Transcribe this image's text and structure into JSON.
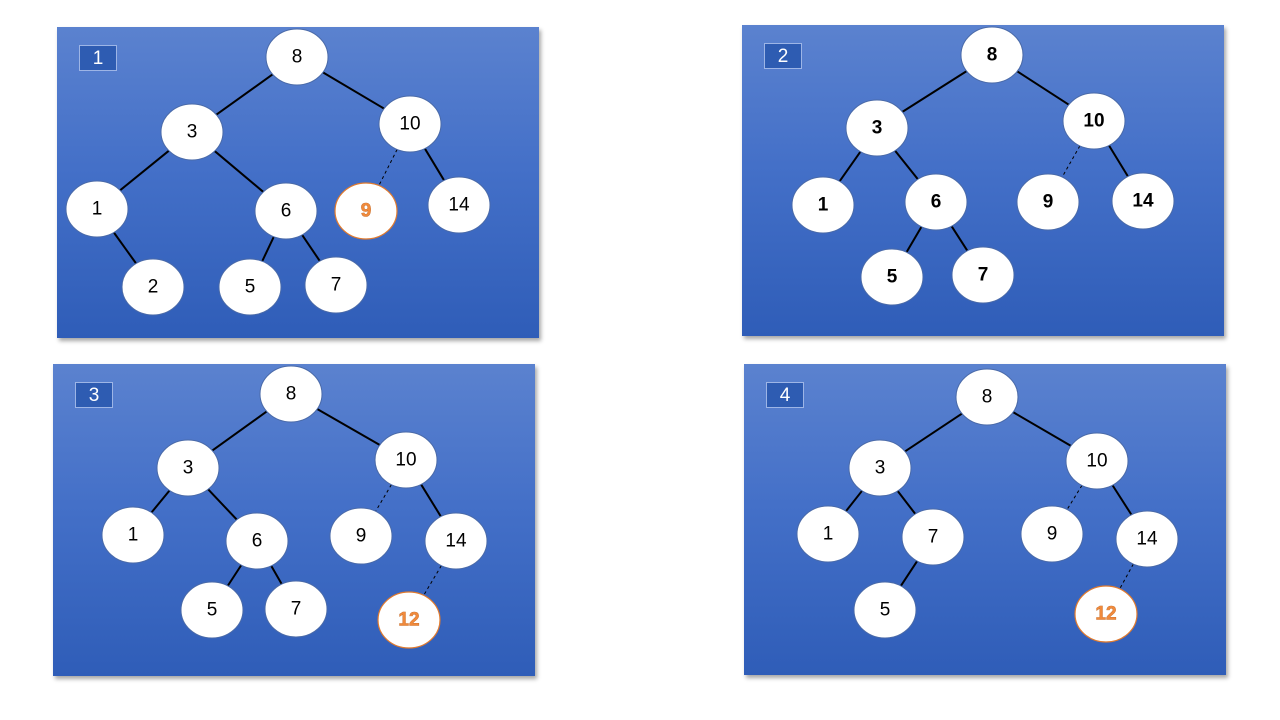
{
  "panels": [
    {
      "label": "1",
      "nodes": [
        {
          "id": "8",
          "text": "8"
        },
        {
          "id": "3",
          "text": "3"
        },
        {
          "id": "10",
          "text": "10"
        },
        {
          "id": "1",
          "text": "1"
        },
        {
          "id": "6",
          "text": "6"
        },
        {
          "id": "9",
          "text": "9",
          "highlight": true
        },
        {
          "id": "14",
          "text": "14"
        },
        {
          "id": "2",
          "text": "2"
        },
        {
          "id": "5",
          "text": "5"
        },
        {
          "id": "7",
          "text": "7"
        }
      ],
      "edges": [
        {
          "from": "8",
          "to": "3"
        },
        {
          "from": "8",
          "to": "10"
        },
        {
          "from": "3",
          "to": "1"
        },
        {
          "from": "3",
          "to": "6"
        },
        {
          "from": "10",
          "to": "9",
          "dashed": true
        },
        {
          "from": "10",
          "to": "14"
        },
        {
          "from": "1",
          "to": "2"
        },
        {
          "from": "6",
          "to": "5"
        },
        {
          "from": "6",
          "to": "7"
        }
      ]
    },
    {
      "label": "2",
      "bold": true,
      "nodes": [
        {
          "id": "8",
          "text": "8"
        },
        {
          "id": "3",
          "text": "3"
        },
        {
          "id": "10",
          "text": "10"
        },
        {
          "id": "1",
          "text": "1"
        },
        {
          "id": "6",
          "text": "6"
        },
        {
          "id": "9",
          "text": "9"
        },
        {
          "id": "14",
          "text": "14"
        },
        {
          "id": "5",
          "text": "5"
        },
        {
          "id": "7",
          "text": "7"
        }
      ],
      "edges": [
        {
          "from": "8",
          "to": "3"
        },
        {
          "from": "8",
          "to": "10"
        },
        {
          "from": "3",
          "to": "1"
        },
        {
          "from": "3",
          "to": "6"
        },
        {
          "from": "10",
          "to": "9",
          "dashed": true
        },
        {
          "from": "10",
          "to": "14"
        },
        {
          "from": "6",
          "to": "5"
        },
        {
          "from": "6",
          "to": "7"
        }
      ]
    },
    {
      "label": "3",
      "nodes": [
        {
          "id": "8",
          "text": "8"
        },
        {
          "id": "3",
          "text": "3"
        },
        {
          "id": "10",
          "text": "10"
        },
        {
          "id": "1",
          "text": "1"
        },
        {
          "id": "6",
          "text": "6"
        },
        {
          "id": "9",
          "text": "9"
        },
        {
          "id": "14",
          "text": "14"
        },
        {
          "id": "5",
          "text": "5"
        },
        {
          "id": "7",
          "text": "7"
        },
        {
          "id": "12",
          "text": "12",
          "highlight": true
        }
      ],
      "edges": [
        {
          "from": "8",
          "to": "3"
        },
        {
          "from": "8",
          "to": "10"
        },
        {
          "from": "3",
          "to": "1"
        },
        {
          "from": "3",
          "to": "6"
        },
        {
          "from": "10",
          "to": "9",
          "dashed": true
        },
        {
          "from": "10",
          "to": "14"
        },
        {
          "from": "6",
          "to": "5"
        },
        {
          "from": "6",
          "to": "7"
        },
        {
          "from": "14",
          "to": "12",
          "dashed": true
        }
      ]
    },
    {
      "label": "4",
      "nodes": [
        {
          "id": "8",
          "text": "8"
        },
        {
          "id": "3",
          "text": "3"
        },
        {
          "id": "10",
          "text": "10"
        },
        {
          "id": "1",
          "text": "1"
        },
        {
          "id": "7",
          "text": "7"
        },
        {
          "id": "9",
          "text": "9"
        },
        {
          "id": "14",
          "text": "14"
        },
        {
          "id": "5",
          "text": "5"
        },
        {
          "id": "12",
          "text": "12",
          "highlight": true
        }
      ],
      "edges": [
        {
          "from": "8",
          "to": "3"
        },
        {
          "from": "8",
          "to": "10"
        },
        {
          "from": "3",
          "to": "1"
        },
        {
          "from": "3",
          "to": "7"
        },
        {
          "from": "10",
          "to": "9",
          "dashed": true
        },
        {
          "from": "10",
          "to": "14"
        },
        {
          "from": "7",
          "to": "5"
        },
        {
          "from": "14",
          "to": "12",
          "dashed": true
        }
      ]
    }
  ],
  "colors": {
    "panel_top": "#5b82cf",
    "panel_bottom": "#2f5db8",
    "node_fill": "#ffffff",
    "highlight_text": "#f08a3c",
    "highlight_border": "#e07a2e"
  }
}
